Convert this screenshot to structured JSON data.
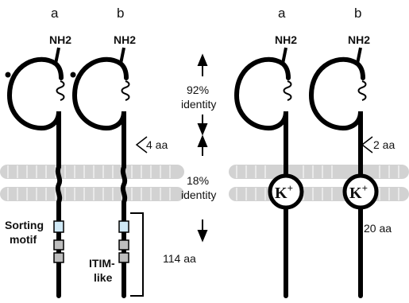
{
  "panels": {
    "left": {
      "chain_a_label": "a",
      "chain_b_label": "b",
      "nh2_a": "NH2",
      "nh2_b": "NH2",
      "identity_top": {
        "percent": "92%",
        "word": "identity"
      },
      "gap_label": "4 aa",
      "identity_mid": {
        "percent": "18%",
        "word": "identity"
      },
      "sorting_motif": {
        "line1": "Sorting",
        "line2": "motif"
      },
      "itim_like": {
        "line1": "ITIM-",
        "line2": "like"
      },
      "tail_length": "114 aa"
    },
    "right": {
      "chain_a_label": "a",
      "chain_b_label": "b",
      "nh2_a": "NH2",
      "nh2_b": "NH2",
      "gap_label": "2 aa",
      "ion_a": "K",
      "ion_b": "K",
      "ion_charge": "+",
      "tail_length": "20 aa"
    }
  },
  "colors": {
    "stroke": "#000000",
    "membrane": "#c8c8c8",
    "motif_light_blue": "#cfe8f5",
    "motif_gray": "#bdbdbd"
  }
}
